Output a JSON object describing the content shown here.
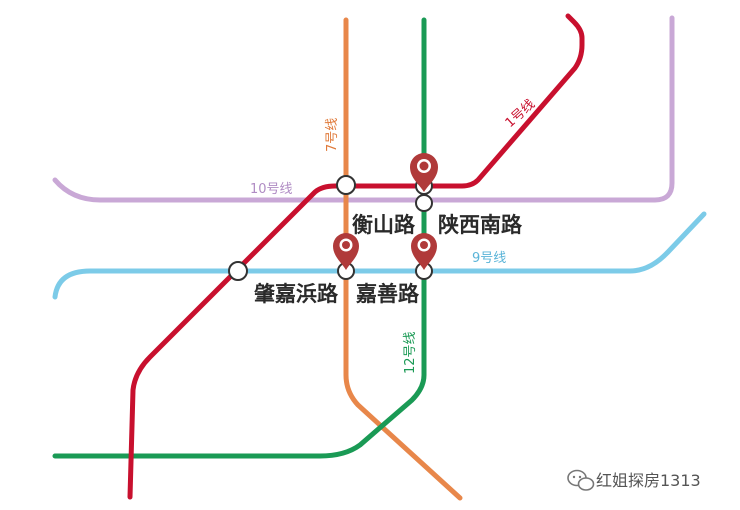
{
  "colors": {
    "line1": "#c8102e",
    "line7": "#e8874a",
    "line9": "#7ccbe8",
    "line10": "#c9a8d6",
    "line12": "#1a9a55",
    "marker": "#b03a3a",
    "station_fill": "#ffffff",
    "station_stroke": "#333333"
  },
  "lines": {
    "line1": "1号线",
    "line7": "7号线",
    "line9": "9号线",
    "line10": "10号线",
    "line12": "12号线"
  },
  "stations": {
    "hengshan": "衡山路",
    "shaanxi": "陕西南路",
    "zhaojiabang": "肇嘉浜路",
    "jiashan": "嘉善路"
  },
  "watermark": {
    "icon": "wechat-icon",
    "text": "红姐探房1313"
  }
}
